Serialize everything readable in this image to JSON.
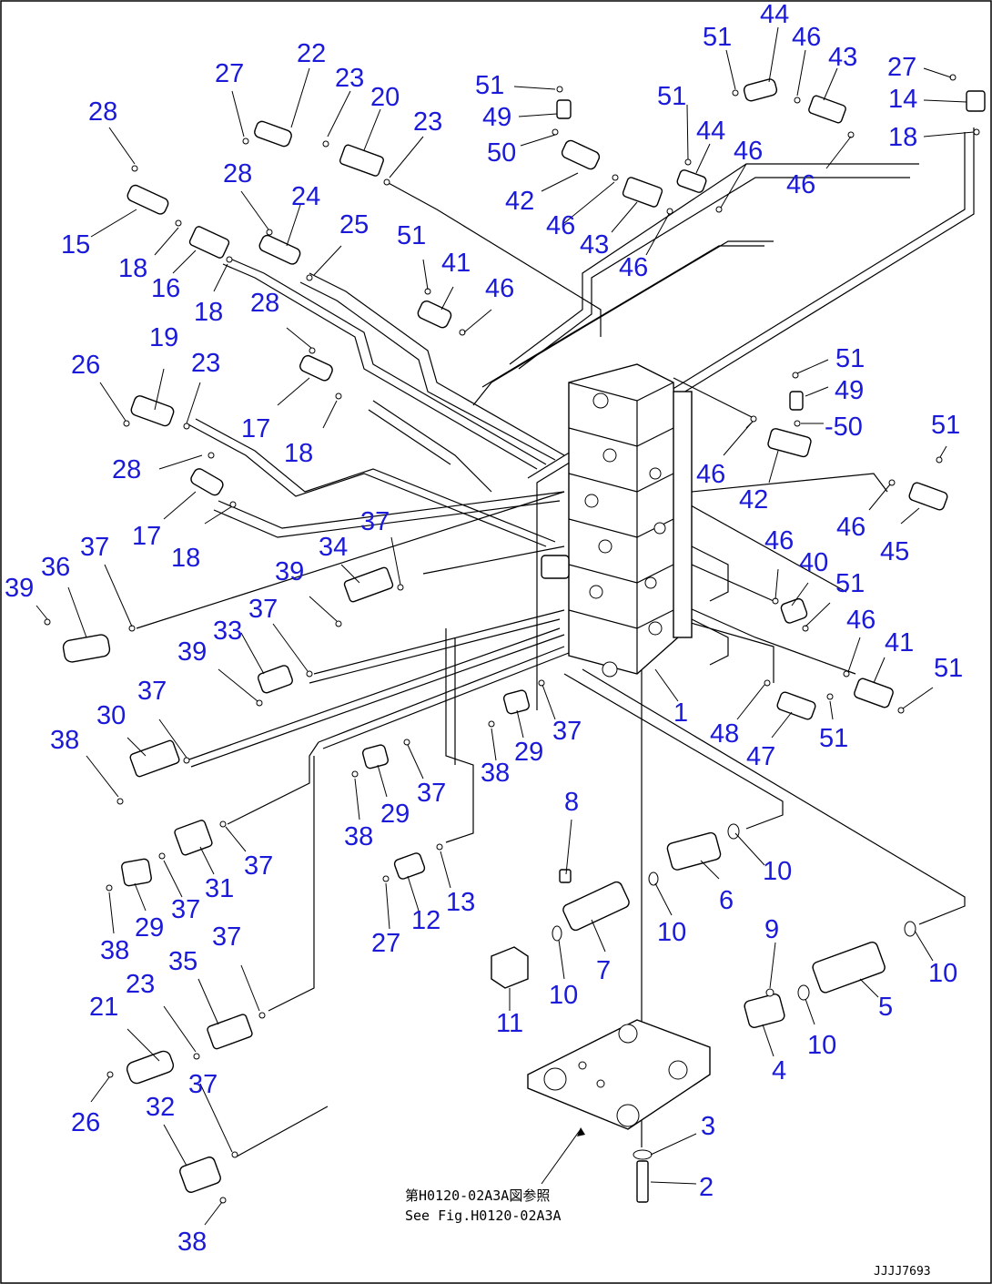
{
  "diagram": {
    "reference_jp": "第H0120-02A3A図参照",
    "reference_en": "See Fig.H0120-02A3A",
    "drawing_code": "JJJJ7693"
  },
  "callouts": [
    {
      "id": "c28a",
      "text": "28"
    },
    {
      "id": "c27a",
      "text": "27"
    },
    {
      "id": "c22",
      "text": "22"
    },
    {
      "id": "c23a",
      "text": "23"
    },
    {
      "id": "c20",
      "text": "20"
    },
    {
      "id": "c23b",
      "text": "23"
    },
    {
      "id": "c51a",
      "text": "51"
    },
    {
      "id": "c49a",
      "text": "49"
    },
    {
      "id": "c50a",
      "text": "50"
    },
    {
      "id": "c51b",
      "text": "51"
    },
    {
      "id": "c44a",
      "text": "44"
    },
    {
      "id": "c46a",
      "text": "46"
    },
    {
      "id": "c43a",
      "text": "43"
    },
    {
      "id": "c27b",
      "text": "27"
    },
    {
      "id": "c14",
      "text": "14"
    },
    {
      "id": "c18a",
      "text": "18"
    },
    {
      "id": "c51c",
      "text": "51"
    },
    {
      "id": "c44b",
      "text": "44"
    },
    {
      "id": "c46b",
      "text": "46"
    },
    {
      "id": "c46c",
      "text": "46"
    },
    {
      "id": "c42a",
      "text": "42"
    },
    {
      "id": "c46d",
      "text": "46"
    },
    {
      "id": "c43b",
      "text": "43"
    },
    {
      "id": "c46e",
      "text": "46"
    },
    {
      "id": "c15",
      "text": "15"
    },
    {
      "id": "c18b",
      "text": "18"
    },
    {
      "id": "c16",
      "text": "16"
    },
    {
      "id": "c18c",
      "text": "18"
    },
    {
      "id": "c28b",
      "text": "28"
    },
    {
      "id": "c24",
      "text": "24"
    },
    {
      "id": "c25",
      "text": "25"
    },
    {
      "id": "c51d",
      "text": "51"
    },
    {
      "id": "c41a",
      "text": "41"
    },
    {
      "id": "c46f",
      "text": "46"
    },
    {
      "id": "c28c",
      "text": "28"
    },
    {
      "id": "c19",
      "text": "19"
    },
    {
      "id": "c26a",
      "text": "26"
    },
    {
      "id": "c23c",
      "text": "23"
    },
    {
      "id": "c17a",
      "text": "17"
    },
    {
      "id": "c18d",
      "text": "18"
    },
    {
      "id": "c51e",
      "text": "51"
    },
    {
      "id": "c49b",
      "text": "49"
    },
    {
      "id": "c50b",
      "text": "-50"
    },
    {
      "id": "c51f",
      "text": "51"
    },
    {
      "id": "c28d",
      "text": "28"
    },
    {
      "id": "c17b",
      "text": "17"
    },
    {
      "id": "c18e",
      "text": "18"
    },
    {
      "id": "c46g",
      "text": "46"
    },
    {
      "id": "c42b",
      "text": "42"
    },
    {
      "id": "c46h",
      "text": "46"
    },
    {
      "id": "c45",
      "text": "45"
    },
    {
      "id": "c39a",
      "text": "39"
    },
    {
      "id": "c36",
      "text": "36"
    },
    {
      "id": "c37a",
      "text": "37"
    },
    {
      "id": "c37b",
      "text": "37"
    },
    {
      "id": "c34",
      "text": "34"
    },
    {
      "id": "c39b",
      "text": "39"
    },
    {
      "id": "c46i",
      "text": "46"
    },
    {
      "id": "c40",
      "text": "40"
    },
    {
      "id": "c51g",
      "text": "51"
    },
    {
      "id": "c33",
      "text": "33"
    },
    {
      "id": "c37c",
      "text": "37"
    },
    {
      "id": "c39c",
      "text": "39"
    },
    {
      "id": "c46j",
      "text": "46"
    },
    {
      "id": "c41b",
      "text": "41"
    },
    {
      "id": "c51h",
      "text": "51"
    },
    {
      "id": "c37d",
      "text": "37"
    },
    {
      "id": "c30",
      "text": "30"
    },
    {
      "id": "c38a",
      "text": "38"
    },
    {
      "id": "c1",
      "text": "1"
    },
    {
      "id": "c48",
      "text": "48"
    },
    {
      "id": "c51i",
      "text": "51"
    },
    {
      "id": "c47",
      "text": "47"
    },
    {
      "id": "c37e",
      "text": "37"
    },
    {
      "id": "c29a",
      "text": "29"
    },
    {
      "id": "c38b",
      "text": "38"
    },
    {
      "id": "c37f",
      "text": "37"
    },
    {
      "id": "c29b",
      "text": "29"
    },
    {
      "id": "c38c",
      "text": "38"
    },
    {
      "id": "c8",
      "text": "8"
    },
    {
      "id": "c37g",
      "text": "37"
    },
    {
      "id": "c10a",
      "text": "10"
    },
    {
      "id": "c6",
      "text": "6"
    },
    {
      "id": "c37h",
      "text": "37"
    },
    {
      "id": "c31",
      "text": "31"
    },
    {
      "id": "c13",
      "text": "13"
    },
    {
      "id": "c29c",
      "text": "29"
    },
    {
      "id": "c12",
      "text": "12"
    },
    {
      "id": "c38d",
      "text": "38"
    },
    {
      "id": "c27c",
      "text": "27"
    },
    {
      "id": "c10b",
      "text": "10"
    },
    {
      "id": "c37i",
      "text": "37"
    },
    {
      "id": "c7",
      "text": "7"
    },
    {
      "id": "c10c",
      "text": "10"
    },
    {
      "id": "c9",
      "text": "9"
    },
    {
      "id": "c10d",
      "text": "10"
    },
    {
      "id": "c21",
      "text": "21"
    },
    {
      "id": "c23d",
      "text": "23"
    },
    {
      "id": "c35",
      "text": "35"
    },
    {
      "id": "c11",
      "text": "11"
    },
    {
      "id": "c5",
      "text": "5"
    },
    {
      "id": "c10e",
      "text": "10"
    },
    {
      "id": "c37j",
      "text": "37"
    },
    {
      "id": "c4",
      "text": "4"
    },
    {
      "id": "c26b",
      "text": "26"
    },
    {
      "id": "c32",
      "text": "32"
    },
    {
      "id": "c3",
      "text": "3"
    },
    {
      "id": "c2",
      "text": "2"
    },
    {
      "id": "c38e",
      "text": "38"
    }
  ]
}
